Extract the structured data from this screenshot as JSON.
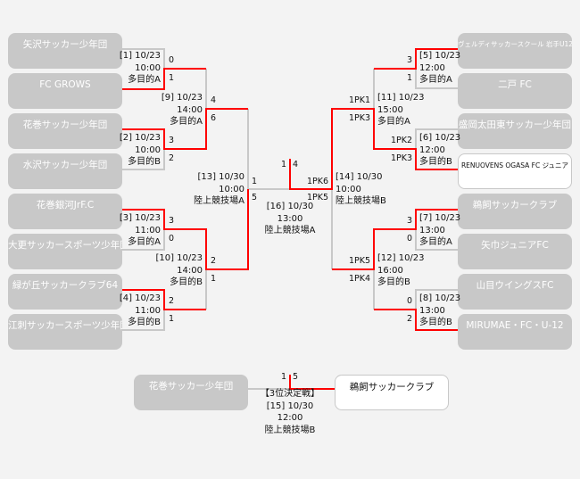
{
  "colors": {
    "win_line": "#ff0000",
    "line": "#c8c8c8",
    "team_box": "#c8c8c8"
  },
  "teams_left": [
    "矢沢サッカー少年団",
    "FC GROWS",
    "花巻サッカー少年団",
    "水沢サッカー少年団",
    "花巻銀河JrF.C",
    "大更サッカースポーツ少年団",
    "緑が丘サッカークラブ64",
    "江刺サッカースポーツ少年団"
  ],
  "teams_right": [
    "ヴェルディサッカースクール 岩手U12",
    "二戸 FC",
    "盛岡太田東サッカー少年団",
    "RENUOVENS OGASA FC ジュニア",
    "鵜飼サッカークラブ",
    "矢巾ジュニアFC",
    "山目ウイングスFC",
    "MIRUMAE・FC・U-12"
  ],
  "matches": {
    "m1": {
      "lines": [
        "[1] 10/23",
        "10:00",
        "多目的A"
      ],
      "scores": [
        "0",
        "1"
      ]
    },
    "m2": {
      "lines": [
        "[2] 10/23",
        "10:00",
        "多目的B"
      ],
      "scores": [
        "3",
        "2"
      ]
    },
    "m3": {
      "lines": [
        "[3] 10/23",
        "11:00",
        "多目的A"
      ],
      "scores": [
        "3",
        "0"
      ]
    },
    "m4": {
      "lines": [
        "[4] 10/23",
        "11:00",
        "多目的B"
      ],
      "scores": [
        "2",
        "1"
      ]
    },
    "m9": {
      "lines": [
        "[9] 10/23",
        "14:00",
        "多目的A"
      ],
      "scores": [
        "4",
        "6"
      ]
    },
    "m10": {
      "lines": [
        "[10] 10/23",
        "14:00",
        "多目的B"
      ],
      "scores": [
        "2",
        "1"
      ]
    },
    "m13": {
      "lines": [
        "[13] 10/30",
        "10:00",
        "陸上競技場A"
      ],
      "scores": [
        "1",
        "5"
      ]
    },
    "m5": {
      "lines": [
        "[5] 10/23",
        "12:00",
        "多目的A"
      ],
      "scores": [
        "3",
        "1"
      ]
    },
    "m6": {
      "lines": [
        "[6] 10/23",
        "12:00",
        "多目的B"
      ],
      "scores": [
        "1PK2",
        "1PK3"
      ]
    },
    "m7": {
      "lines": [
        "[7] 10/23",
        "13:00",
        "多目的A"
      ],
      "scores": [
        "3",
        "0"
      ]
    },
    "m8": {
      "lines": [
        "[8] 10/23",
        "13:00",
        "多目的B"
      ],
      "scores": [
        "0",
        "2"
      ]
    },
    "m11": {
      "lines": [
        "[11] 10/23",
        "15:00",
        "多目的A"
      ],
      "scores": [
        "1PK1",
        "1PK3"
      ]
    },
    "m12": {
      "lines": [
        "[12] 10/23",
        "16:00",
        "多目的B"
      ],
      "scores": [
        "1PK5",
        "1PK4"
      ]
    },
    "m14": {
      "lines": [
        "[14] 10/30",
        "10:00",
        "陸上競技場B"
      ],
      "scores": [
        "1PK6",
        "1PK5"
      ]
    },
    "m16": {
      "lines": [
        "[16] 10/30",
        "13:00",
        "陸上競技場A"
      ],
      "scores": [
        "1",
        "4"
      ]
    },
    "m15": {
      "lines": [
        "【3位決定戦】",
        "[15] 10/30",
        "12:00",
        "陸上競技場B"
      ],
      "scores": [
        "1",
        "5"
      ]
    }
  },
  "third_place": {
    "left": "花巻サッカー少年団",
    "right": "鵜飼サッカークラブ"
  }
}
